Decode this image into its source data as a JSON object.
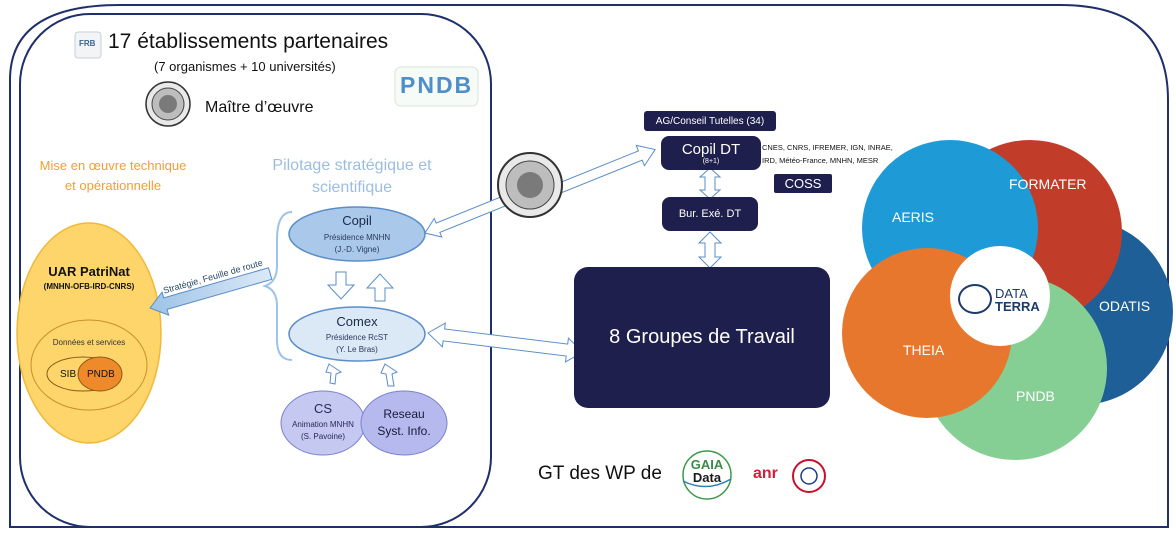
{
  "left_panel": {
    "title": "17 établissements partenaires",
    "subtitle": "(7 organismes + 10 universités)",
    "maitre": "Maître d’œuvre",
    "pndb_logo": "PNDB",
    "frb_logo": "FRB",
    "mise_en_oeuvre": [
      "Mise en œuvre technique",
      "et opérationnelle"
    ],
    "pilotage": [
      "Pilotage stratégique et",
      "scientifique"
    ],
    "uar": {
      "title": "UAR PatriNat",
      "sub": "(MNHN-OFB-IRD-CNRS)",
      "services": "Données et services",
      "sib": "SIB",
      "pndb": "PNDB"
    },
    "arrow_label": "Stratégie, Feuille de route",
    "copil": {
      "title": "Copil",
      "l1": "Présidence MNHN",
      "l2": "(J.-D. Vigne)"
    },
    "comex": {
      "title": "Comex",
      "l1": "Présidence RcST",
      "l2": "(Y. Le Bras)"
    },
    "cs": {
      "title": "CS",
      "l1": "Animation MNHN",
      "l2": "(S. Pavoine)"
    },
    "reseau": {
      "l1": "Reseau",
      "l2": "Syst. Info."
    }
  },
  "middle": {
    "ag": "AG/Conseil Tutelles (34)",
    "copil_dt": "Copil DT",
    "copil_dt_sub": "(8+1)",
    "members": [
      "CNES, CNRS, IFREMER, IGN, INRAE,",
      "IRD, Météo-France, MNHN, MESR"
    ],
    "coss": "COSS",
    "bur": "Bur. Exé. DT",
    "groupes": "8 Groupes de Travail",
    "gt_wp": "GT des WP de",
    "gaia_1": "GAIA",
    "gaia_2": "Data",
    "anr": "anr"
  },
  "data_terra": {
    "aeris": "AERIS",
    "formater": "FORMATER",
    "odatis": "ODATIS",
    "pndb": "PNDB",
    "theia": "THEIA",
    "logo_1": "DATA",
    "logo_2": "TERRA",
    "colors": {
      "aeris": "#1e9ad6",
      "formater": "#c13d2a",
      "odatis": "#1d5f96",
      "pndb": "#86cf94",
      "theia": "#e8772e"
    }
  }
}
